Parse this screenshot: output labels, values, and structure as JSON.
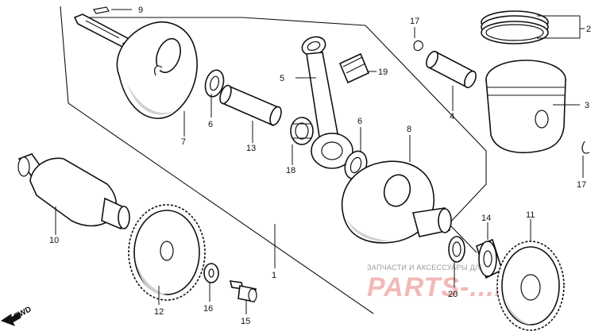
{
  "diagram": {
    "callouts": {
      "p1": "1",
      "p2": "2",
      "p3": "3",
      "p4": "4",
      "p5": "5",
      "p6a": "6",
      "p6b": "6",
      "p7": "7",
      "p8": "8",
      "p9": "9",
      "p10": "10",
      "p11": "11",
      "p12": "12",
      "p13": "13",
      "p14": "14",
      "p15": "15",
      "p16": "16",
      "p17a": "17",
      "p17b": "17",
      "p18": "18",
      "p19": "19",
      "p20": "20"
    },
    "direction_label": "FWD"
  },
  "watermark": {
    "tagline": "ЗАПЧАСТИ И АКСЕССУАРЫ ДЛЯ МОТОТЕХНИКИ",
    "brand": "PARTS-...RU"
  },
  "colors": {
    "line": "#111111",
    "watermark_text": "#f2b9b9",
    "tagline_text": "#9a9a9a"
  }
}
